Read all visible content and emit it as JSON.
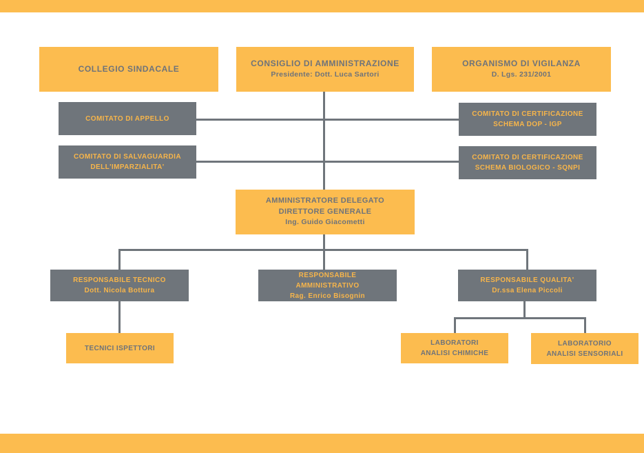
{
  "page": {
    "type": "organizational-chart",
    "language": "it"
  },
  "colors": {
    "accent_orange": "#fcbc4f",
    "box_gray": "#6f757b",
    "text_on_orange": "#6e737a",
    "text_on_gray": "#f7b54a",
    "background": "#ffffff",
    "connector": "#6f757b"
  },
  "org": {
    "collegio": {
      "title": "COLLEGIO SINDACALE"
    },
    "consiglio": {
      "title": "CONSIGLIO DI AMMINISTRAZIONE",
      "subtitle": "Presidente: Dott. Luca Sartori"
    },
    "vigilanza": {
      "title": "ORGANISMO DI VIGILANZA",
      "subtitle": "D. Lgs. 231/2001"
    },
    "appello": {
      "title": "COMITATO DI APPELLO"
    },
    "cert_dop": {
      "line1": "COMITATO DI CERTIFICAZIONE",
      "line2": "SCHEMA DOP - IGP"
    },
    "salvaguardia": {
      "line1": "COMITATO DI SALVAGUARDIA",
      "line2": "DELL'IMPARZIALITA'"
    },
    "cert_bio": {
      "line1": "COMITATO DI CERTIFICAZIONE",
      "line2": "SCHEMA BIOLOGICO - SQNPI"
    },
    "ad_dg": {
      "line1": "AMMINISTRATORE DELEGATO",
      "line2": "DIRETTORE GENERALE",
      "person": "Ing. Guido Giacometti"
    },
    "resp_tecnico": {
      "title": "RESPONSABILE TECNICO",
      "person": "Dott. Nicola Bottura"
    },
    "resp_amministrativo": {
      "line1": "RESPONSABILE",
      "line2": "AMMINISTRATIVO",
      "person": "Rag. Enrico Bisognin"
    },
    "resp_qualita": {
      "title": "RESPONSABILE QUALITA'",
      "person": "Dr.ssa Elena Piccoli"
    },
    "tecnici": {
      "title": "TECNICI ISPETTORI"
    },
    "lab_chimiche": {
      "line1": "LABORATORI",
      "line2": "ANALISI CHIMICHE"
    },
    "lab_sensoriali": {
      "line1": "LABORATORIO",
      "line2": "ANALISI SENSORIALI"
    }
  }
}
